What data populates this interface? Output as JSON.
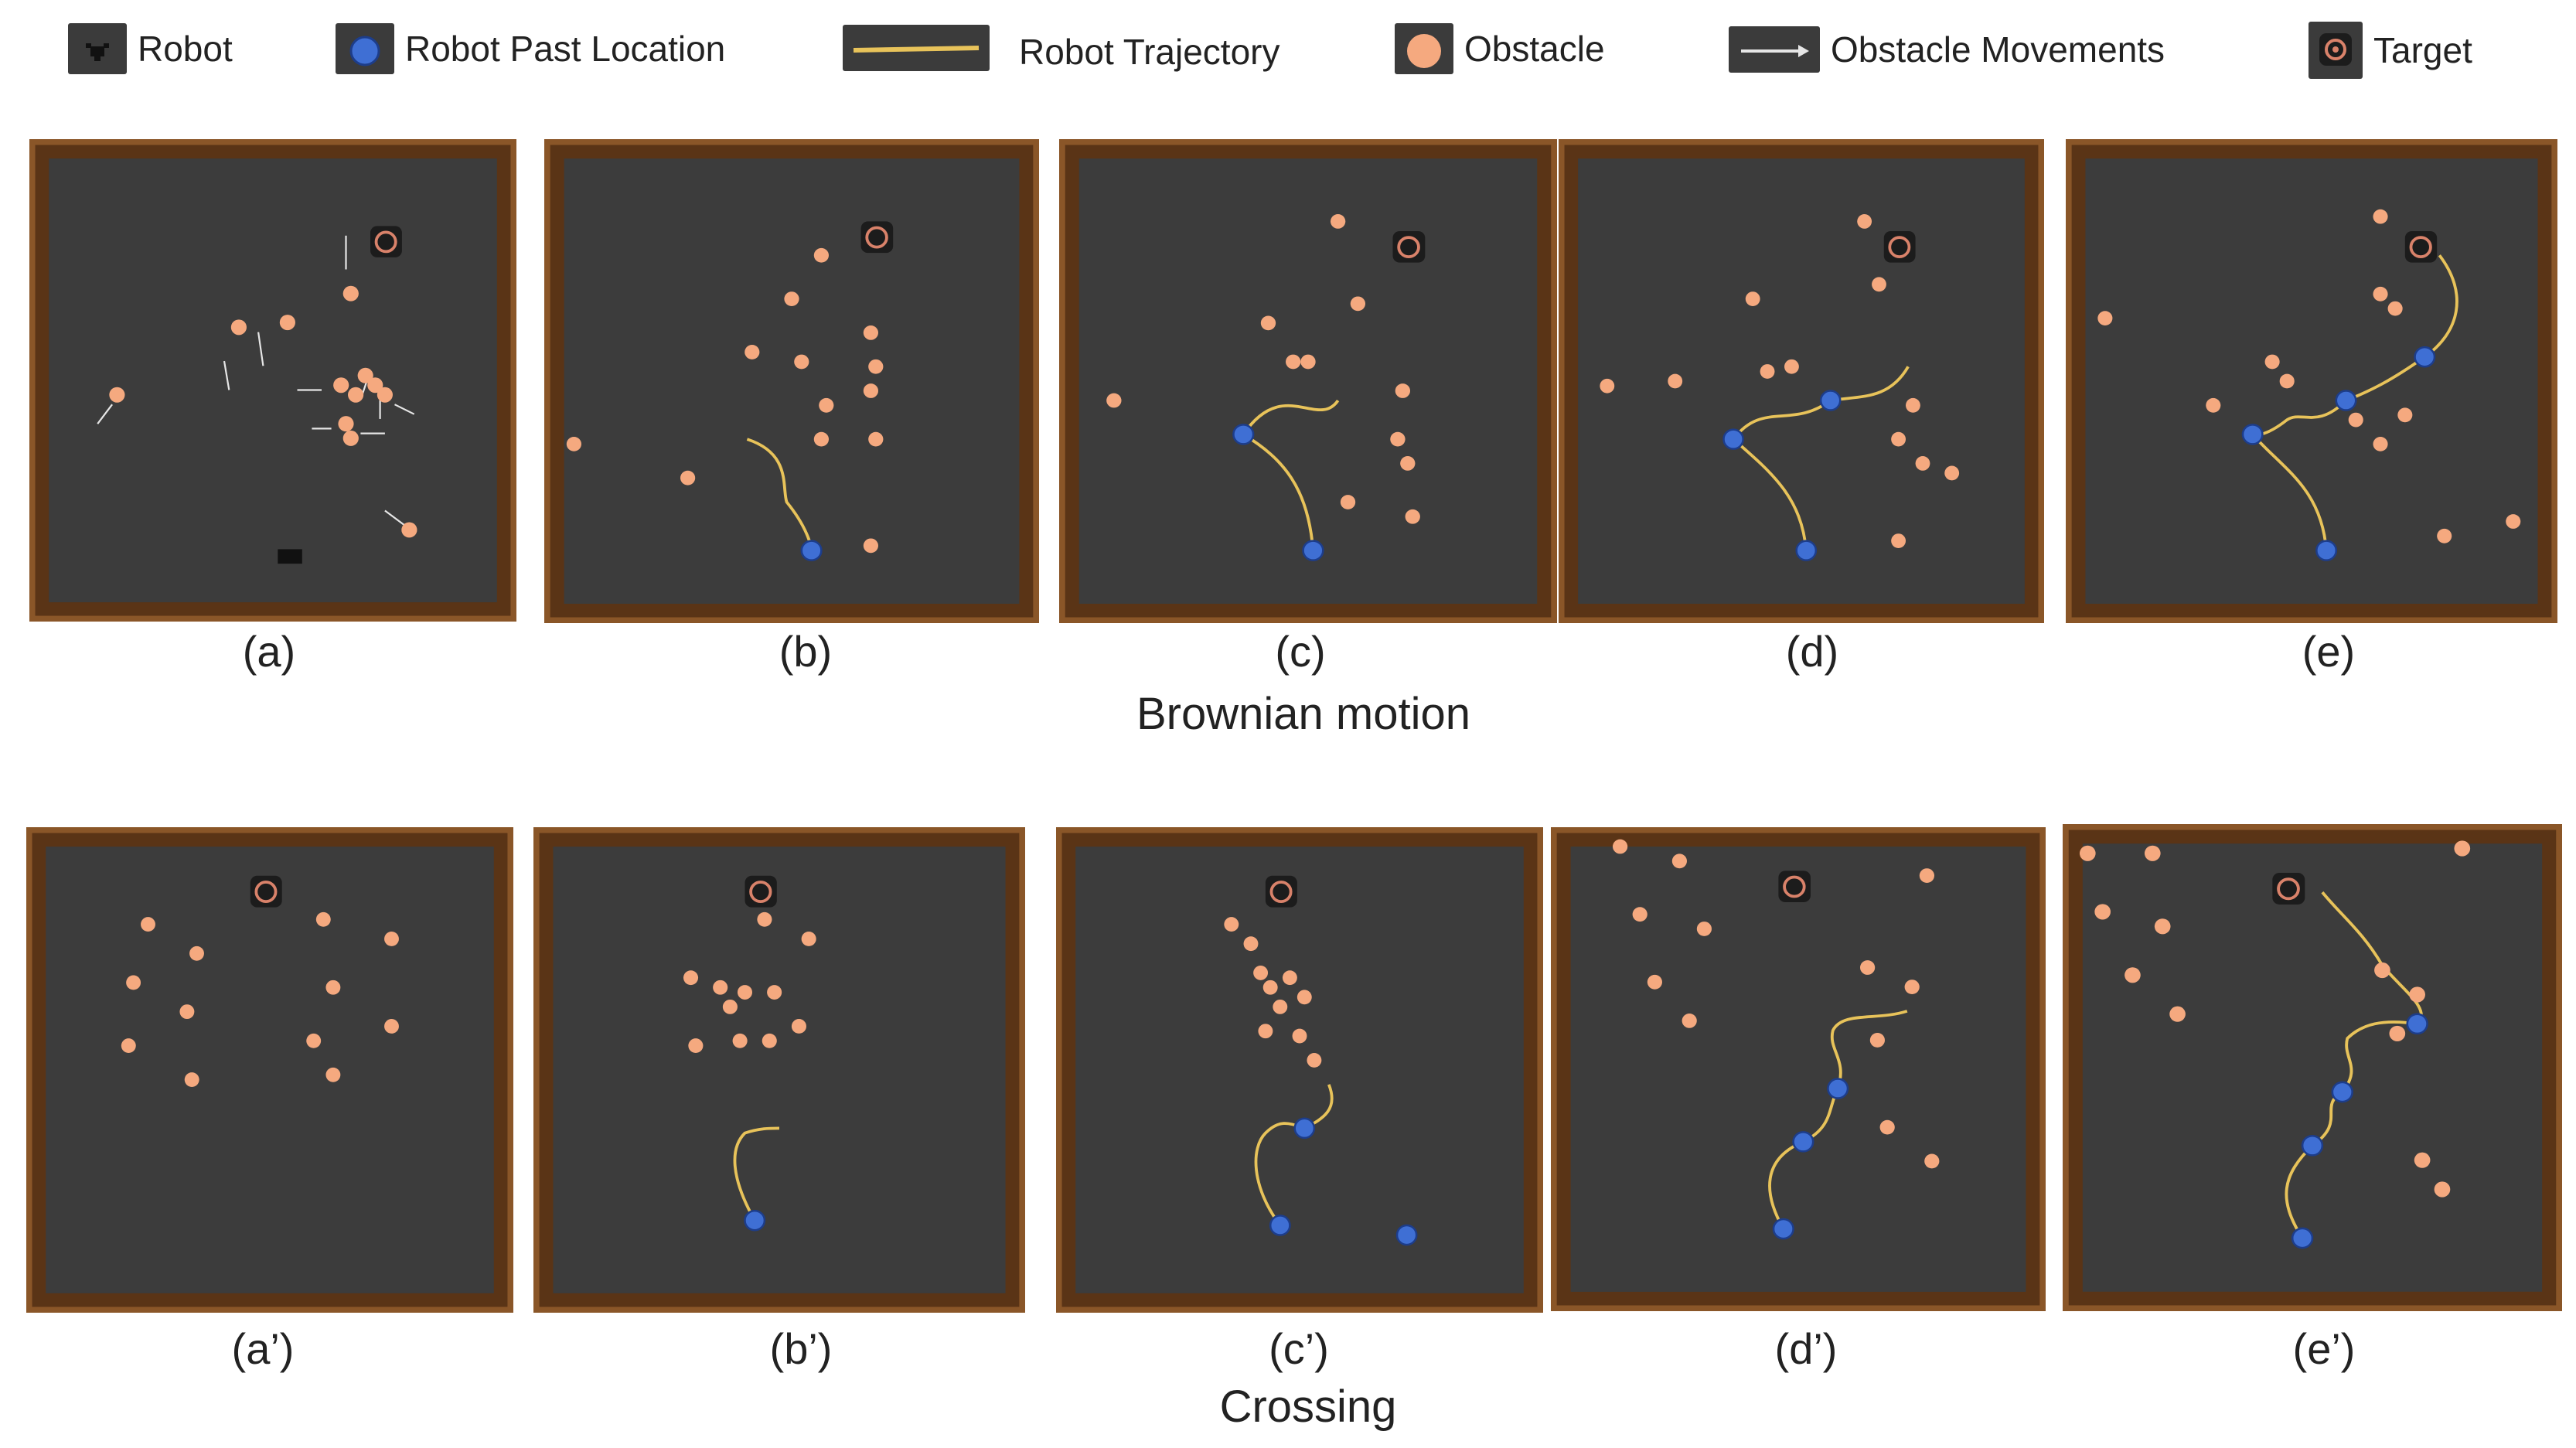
{
  "legend": {
    "robot": "Robot",
    "past_location": "Robot Past Location",
    "trajectory": "Robot Trajectory",
    "obstacle": "Obstacle",
    "movements": "Obstacle Movements",
    "target": "Target"
  },
  "colors": {
    "floor": "#3c3c3c",
    "wall": "#8a5628",
    "obstacle": "#f5a97f",
    "past_location": "#3f6fd4",
    "trajectory": "#e8c35a",
    "arrow": "#e6e6e6"
  },
  "rows": {
    "brownian": {
      "title": "Brownian motion",
      "captions": [
        "(a)",
        "(b)",
        "(c)",
        "(d)",
        "(e)"
      ]
    },
    "crossing": {
      "title": "Crossing",
      "captions": [
        "(a’)",
        "(b’)",
        "(c’)",
        "(d’)",
        "(e’)"
      ]
    }
  }
}
